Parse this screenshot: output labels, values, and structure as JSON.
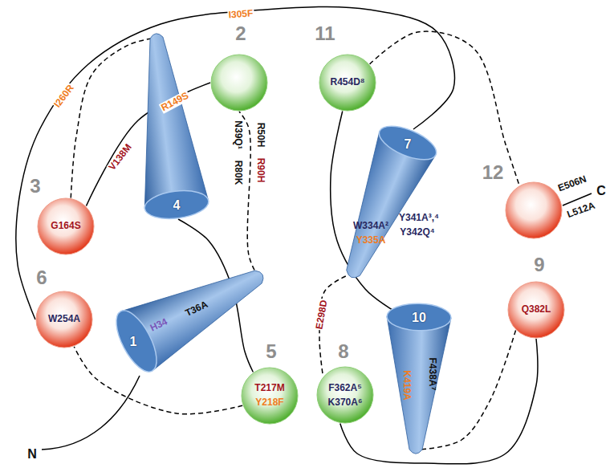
{
  "diagram": {
    "nodes": [
      {
        "text": [
          "1",
          "H34",
          "T36A"
        ]
      },
      {
        "text": [
          "2"
        ]
      },
      {
        "text": [
          "3",
          "G164S"
        ]
      },
      {
        "text": [
          "4"
        ]
      },
      {
        "text": [
          "5",
          "T217M",
          "Y218F"
        ]
      },
      {
        "text": [
          "6",
          "W254A"
        ]
      },
      {
        "text": [
          "7",
          "W334A²",
          "Y335A",
          "Y341A³,⁴",
          "Y342Q⁴"
        ]
      },
      {
        "text": [
          "8",
          "F362A⁵",
          "K370A⁶"
        ]
      },
      {
        "text": [
          "9",
          "Q382L"
        ]
      },
      {
        "text": [
          "10",
          "K419A",
          "F438A⁷"
        ]
      },
      {
        "text": [
          "11",
          "R454D⁸"
        ]
      },
      {
        "text": [
          "12"
        ]
      }
    ],
    "edges": [
      {
        "from": 0,
        "to": 1,
        "arrow": "none"
      },
      {
        "from": 1,
        "to": 2,
        "arrow": "none"
      },
      {
        "from": 2,
        "to": 3,
        "arrow": "none"
      },
      {
        "from": 3,
        "to": 4,
        "arrow": "none"
      },
      {
        "from": 4,
        "to": 5,
        "arrow": "none"
      },
      {
        "from": 5,
        "to": 6,
        "arrow": "none"
      },
      {
        "from": 6,
        "to": 7,
        "arrow": "none"
      },
      {
        "from": 7,
        "to": 8,
        "arrow": "none"
      },
      {
        "from": 8,
        "to": 9,
        "arrow": "none"
      },
      {
        "from": 9,
        "to": 10,
        "arrow": "none"
      },
      {
        "from": 10,
        "to": 11,
        "arrow": "none"
      }
    ],
    "labels": [
      "N",
      "C",
      "I260R",
      "I305F",
      "V138M",
      "R149S",
      "N39Q¹",
      "R80K",
      "R50H",
      "R90H",
      "E298D",
      "E506N",
      "L512A"
    ]
  }
}
